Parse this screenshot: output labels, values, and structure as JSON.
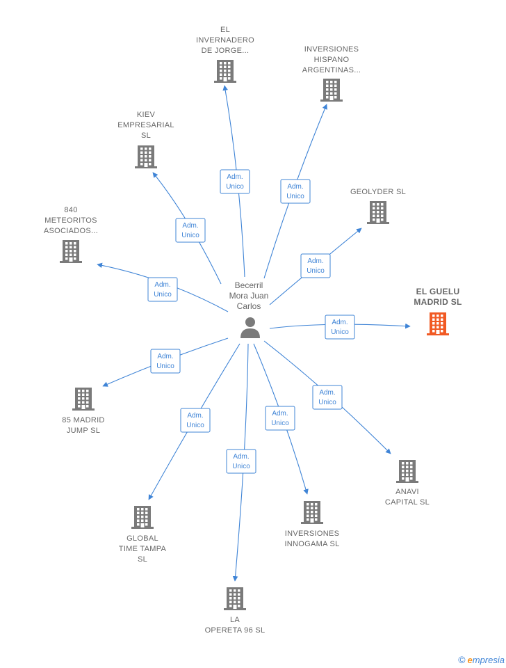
{
  "center": {
    "label_lines": [
      "Becerril",
      "Mora Juan",
      "Carlos"
    ],
    "icon": "person-icon"
  },
  "edge_label_lines": [
    "Adm.",
    "Unico"
  ],
  "companies": [
    {
      "id": "el-invernadero",
      "label_lines": [
        "EL",
        "INVERNADERO",
        "DE JORGE..."
      ],
      "highlight": false
    },
    {
      "id": "inversiones-hispano",
      "label_lines": [
        "INVERSIONES",
        "HISPANO",
        "ARGENTINAS..."
      ],
      "highlight": false
    },
    {
      "id": "kiev-empresarial",
      "label_lines": [
        "KIEV",
        "EMPRESARIAL",
        "SL"
      ],
      "highlight": false
    },
    {
      "id": "geolyder",
      "label_lines": [
        "GEOLYDER  SL"
      ],
      "highlight": false
    },
    {
      "id": "840-meteoritos",
      "label_lines": [
        "840",
        "METEORITOS",
        "ASOCIADOS..."
      ],
      "highlight": false
    },
    {
      "id": "el-guelu-madrid",
      "label_lines": [
        "EL GUELU",
        "MADRID  SL"
      ],
      "highlight": true
    },
    {
      "id": "85-madrid-jump",
      "label_lines": [
        "85 MADRID",
        "JUMP  SL"
      ],
      "highlight": false
    },
    {
      "id": "anavi-capital",
      "label_lines": [
        "ANAVI",
        "CAPITAL  SL"
      ],
      "highlight": false
    },
    {
      "id": "global-time-tampa",
      "label_lines": [
        "GLOBAL",
        "TIME TAMPA",
        "SL"
      ],
      "highlight": false
    },
    {
      "id": "inversiones-innogama",
      "label_lines": [
        "INVERSIONES",
        "INNOGAMA  SL"
      ],
      "highlight": false
    },
    {
      "id": "la-opereta-96",
      "label_lines": [
        "LA",
        "OPERETA 96 SL"
      ],
      "highlight": false
    }
  ],
  "colors": {
    "edge": "#3f84d6",
    "node": "#7a7a7a",
    "highlight": "#f15a24"
  },
  "footer": {
    "copyright": "©",
    "brand_initial": "e",
    "brand_rest": "mpresia"
  }
}
